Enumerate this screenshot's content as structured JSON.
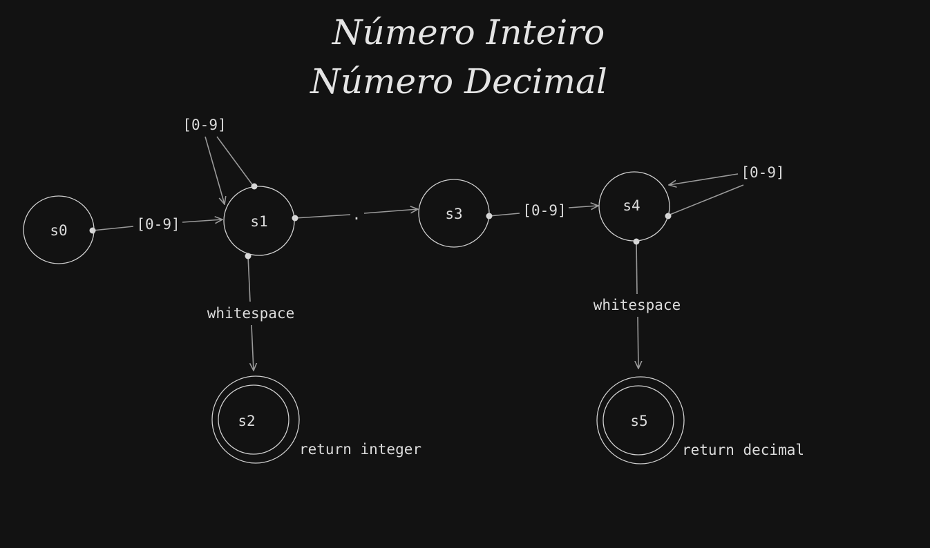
{
  "title": {
    "line1": "Número Inteiro",
    "line2": "Número Decimal"
  },
  "states": {
    "s0": "s0",
    "s1": "s1",
    "s2": "s2",
    "s3": "s3",
    "s4": "s4",
    "s5": "s5"
  },
  "edges": {
    "s0_s1": "[0-9]",
    "s1_loop": "[0-9]",
    "s1_s3": ".",
    "s1_s2": "whitespace",
    "s3_s4": "[0-9]",
    "s4_loop": "[0-9]",
    "s4_s5": "whitespace"
  },
  "outputs": {
    "s2": "return integer",
    "s5": "return decimal"
  },
  "colors": {
    "background": "#121212",
    "stroke": "#cfcfcf",
    "text": "#dcdcdc"
  }
}
